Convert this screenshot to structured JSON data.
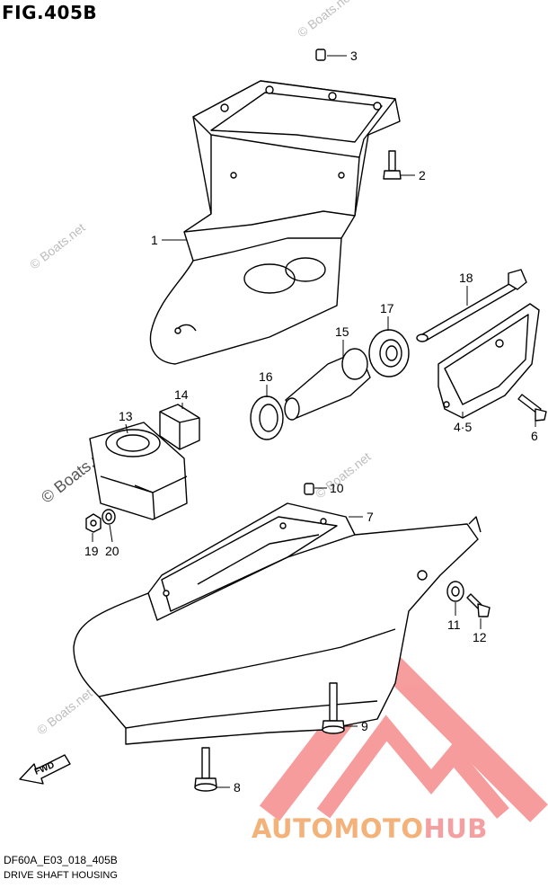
{
  "figure": {
    "title": "FIG.405B",
    "code": "DF60A_E03_018_405B",
    "caption": "DRIVE SHAFT HOUSING"
  },
  "callouts": [
    {
      "id": "c1",
      "label": "1"
    },
    {
      "id": "c2",
      "label": "2"
    },
    {
      "id": "c3",
      "label": "3"
    },
    {
      "id": "c4",
      "label": "4·5"
    },
    {
      "id": "c6",
      "label": "6"
    },
    {
      "id": "c7",
      "label": "7"
    },
    {
      "id": "c8",
      "label": "8"
    },
    {
      "id": "c9",
      "label": "9"
    },
    {
      "id": "c10",
      "label": "10"
    },
    {
      "id": "c11",
      "label": "11"
    },
    {
      "id": "c12",
      "label": "12"
    },
    {
      "id": "c13",
      "label": "13"
    },
    {
      "id": "c14",
      "label": "14"
    },
    {
      "id": "c15",
      "label": "15"
    },
    {
      "id": "c16",
      "label": "16"
    },
    {
      "id": "c17",
      "label": "17"
    },
    {
      "id": "c18",
      "label": "18"
    },
    {
      "id": "c19",
      "label": "19"
    },
    {
      "id": "c20",
      "label": "20"
    }
  ],
  "fwd_label": "FWD",
  "watermark": {
    "small": "© Boats.net",
    "large": "© Boats.net"
  },
  "brand": {
    "part1": "AUTOMOTO",
    "part2": "HUB",
    "color1": "#f3b27a",
    "color2": "#f4a0a0"
  }
}
